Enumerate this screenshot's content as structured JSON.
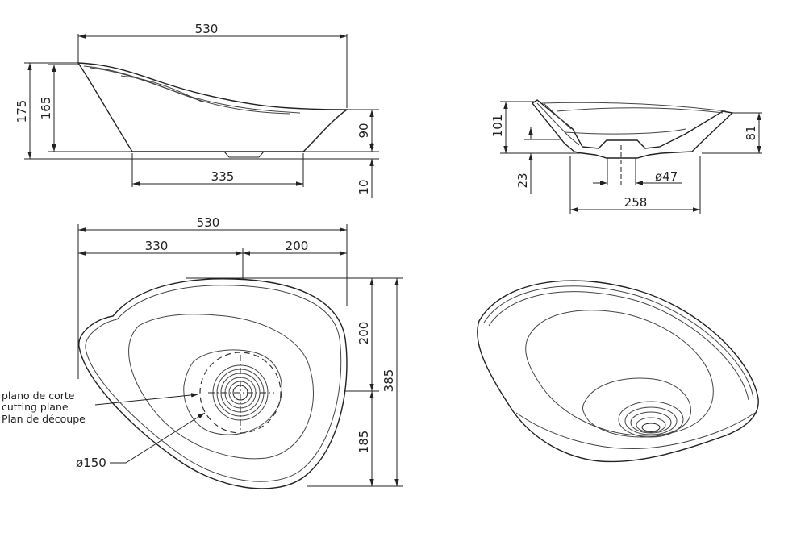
{
  "side_view": {
    "overall_width": "530",
    "base_width": "335",
    "overall_height": "175",
    "inner_height": "165",
    "rim_height": "90",
    "drain_depth": "10"
  },
  "section_view": {
    "height_left": "101",
    "height_right": "81",
    "base_offset": "23",
    "drain_diameter": "ø47",
    "base_width": "258"
  },
  "top_view": {
    "overall_width": "530",
    "left_offset": "330",
    "right_offset": "200",
    "top_offset": "200",
    "overall_depth": "385",
    "bottom_offset": "185",
    "cutting_plane_labels": [
      "plano de corte",
      "cutting plane",
      "Plan de découpe"
    ],
    "diameter_label": "ø150"
  }
}
